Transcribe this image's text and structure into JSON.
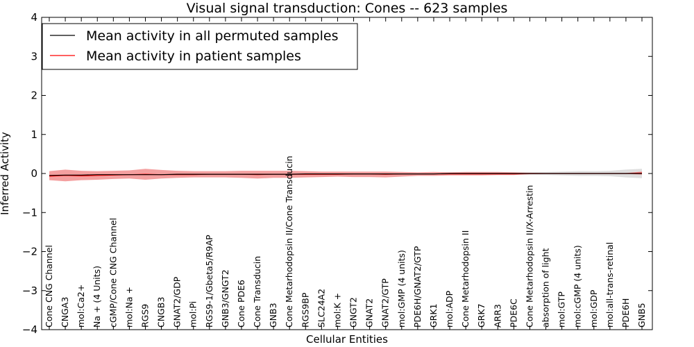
{
  "chart_data": {
    "type": "line",
    "title": "Visual signal transduction: Cones -- 623 samples",
    "xlabel": "Cellular Entities",
    "ylabel": "Inferred Activity",
    "ylim": [
      -4,
      4
    ],
    "yticks": [
      -4,
      -3,
      -2,
      -1,
      0,
      1,
      2,
      3,
      4
    ],
    "ytick_labels": [
      "−4",
      "−3",
      "−2",
      "−1",
      "0",
      "1",
      "2",
      "3",
      "4"
    ],
    "legend_position": "top-left",
    "colors": {
      "permuted": "#000000",
      "patient": "#ff0000",
      "patient_band": "#f08080",
      "permuted_band": "#c8c8c8"
    },
    "categories": [
      "Cone CNG Channel",
      "CNGA3",
      "mol:Ca2+",
      "Na + (4 Units)",
      "cGMP/Cone CNG Channel",
      "mol:Na +",
      "RGS9",
      "CNGB3",
      "GNAT2/GDP",
      "mol:Pi",
      "RGS9-1/Gbeta5/R9AP",
      "GNB3/GNGT2",
      "Cone PDE6",
      "Cone Transducin",
      "GNB3",
      "Cone Metarhodopsin II/Cone Transducin",
      "RGS9BP",
      "SLC24A2",
      "mol:K +",
      "GNGT2",
      "GNAT2",
      "GNAT2/GTP",
      "mol:GMP (4 units)",
      "PDE6H/GNAT2/GTP",
      "GRK1",
      "mol:ADP",
      "Cone Metarhodopsin II",
      "GRK7",
      "ARR3",
      "PDE6C",
      "Cone Metarhodopsin II/X-Arrestin",
      "absorption of light",
      "mol:GTP",
      "mol:cGMP (4 units)",
      "mol:GDP",
      "mol:all-trans-retinal",
      "PDE6H",
      "GNB5"
    ],
    "series": [
      {
        "name": "Mean activity in all permuted samples",
        "values": [
          -0.05,
          -0.04,
          -0.04,
          -0.03,
          -0.03,
          -0.03,
          -0.03,
          -0.03,
          -0.02,
          -0.02,
          -0.02,
          -0.02,
          -0.02,
          -0.02,
          -0.02,
          -0.02,
          -0.01,
          -0.01,
          -0.01,
          -0.01,
          -0.01,
          -0.01,
          -0.01,
          -0.01,
          -0.01,
          0.0,
          0.0,
          0.0,
          0.0,
          0.0,
          0.0,
          0.0,
          0.0,
          0.0,
          0.0,
          0.0,
          0.0,
          0.0
        ],
        "lower": [
          -0.07,
          -0.06,
          -0.06,
          -0.05,
          -0.05,
          -0.05,
          -0.05,
          -0.05,
          -0.04,
          -0.04,
          -0.04,
          -0.04,
          -0.04,
          -0.04,
          -0.04,
          -0.04,
          -0.03,
          -0.03,
          -0.03,
          -0.03,
          -0.03,
          -0.03,
          -0.03,
          -0.03,
          -0.03,
          -0.03,
          -0.03,
          -0.03,
          -0.03,
          -0.03,
          -0.03,
          -0.04,
          -0.05,
          -0.06,
          -0.06,
          -0.07,
          -0.1,
          -0.12
        ],
        "upper": [
          -0.03,
          -0.02,
          -0.02,
          -0.01,
          -0.01,
          -0.01,
          -0.01,
          -0.01,
          0.0,
          0.0,
          0.0,
          0.0,
          0.0,
          0.0,
          0.0,
          0.0,
          0.01,
          0.01,
          0.01,
          0.01,
          0.01,
          0.01,
          0.01,
          0.01,
          0.01,
          0.03,
          0.03,
          0.03,
          0.03,
          0.03,
          0.03,
          0.04,
          0.05,
          0.06,
          0.06,
          0.07,
          0.1,
          0.12
        ]
      },
      {
        "name": "Mean activity in patient samples",
        "values": [
          -0.07,
          -0.05,
          -0.06,
          -0.05,
          -0.04,
          -0.03,
          -0.02,
          -0.03,
          -0.03,
          -0.03,
          -0.02,
          -0.02,
          -0.02,
          -0.03,
          -0.02,
          -0.02,
          -0.02,
          -0.02,
          -0.02,
          -0.01,
          -0.01,
          -0.02,
          -0.01,
          -0.01,
          -0.01,
          -0.01,
          -0.01,
          -0.01,
          -0.01,
          -0.01,
          0.0,
          0.0,
          0.0,
          0.0,
          0.0,
          0.0,
          0.0,
          0.01
        ],
        "lower": [
          -0.17,
          -0.2,
          -0.17,
          -0.16,
          -0.14,
          -0.13,
          -0.16,
          -0.13,
          -0.11,
          -0.1,
          -0.1,
          -0.1,
          -0.11,
          -0.13,
          -0.11,
          -0.11,
          -0.1,
          -0.09,
          -0.08,
          -0.09,
          -0.09,
          -0.1,
          -0.08,
          -0.06,
          -0.06,
          -0.05,
          -0.05,
          -0.05,
          -0.04,
          -0.04,
          -0.02,
          -0.01,
          -0.01,
          -0.01,
          -0.01,
          -0.01,
          -0.01,
          -0.03
        ],
        "upper": [
          0.06,
          0.1,
          0.07,
          0.06,
          0.07,
          0.08,
          0.12,
          0.09,
          0.07,
          0.06,
          0.06,
          0.06,
          0.07,
          0.07,
          0.07,
          0.07,
          0.06,
          0.05,
          0.05,
          0.05,
          0.05,
          0.05,
          0.04,
          0.03,
          0.04,
          0.03,
          0.04,
          0.04,
          0.04,
          0.03,
          0.02,
          0.01,
          0.01,
          0.01,
          0.01,
          0.01,
          0.01,
          0.05
        ]
      }
    ]
  }
}
